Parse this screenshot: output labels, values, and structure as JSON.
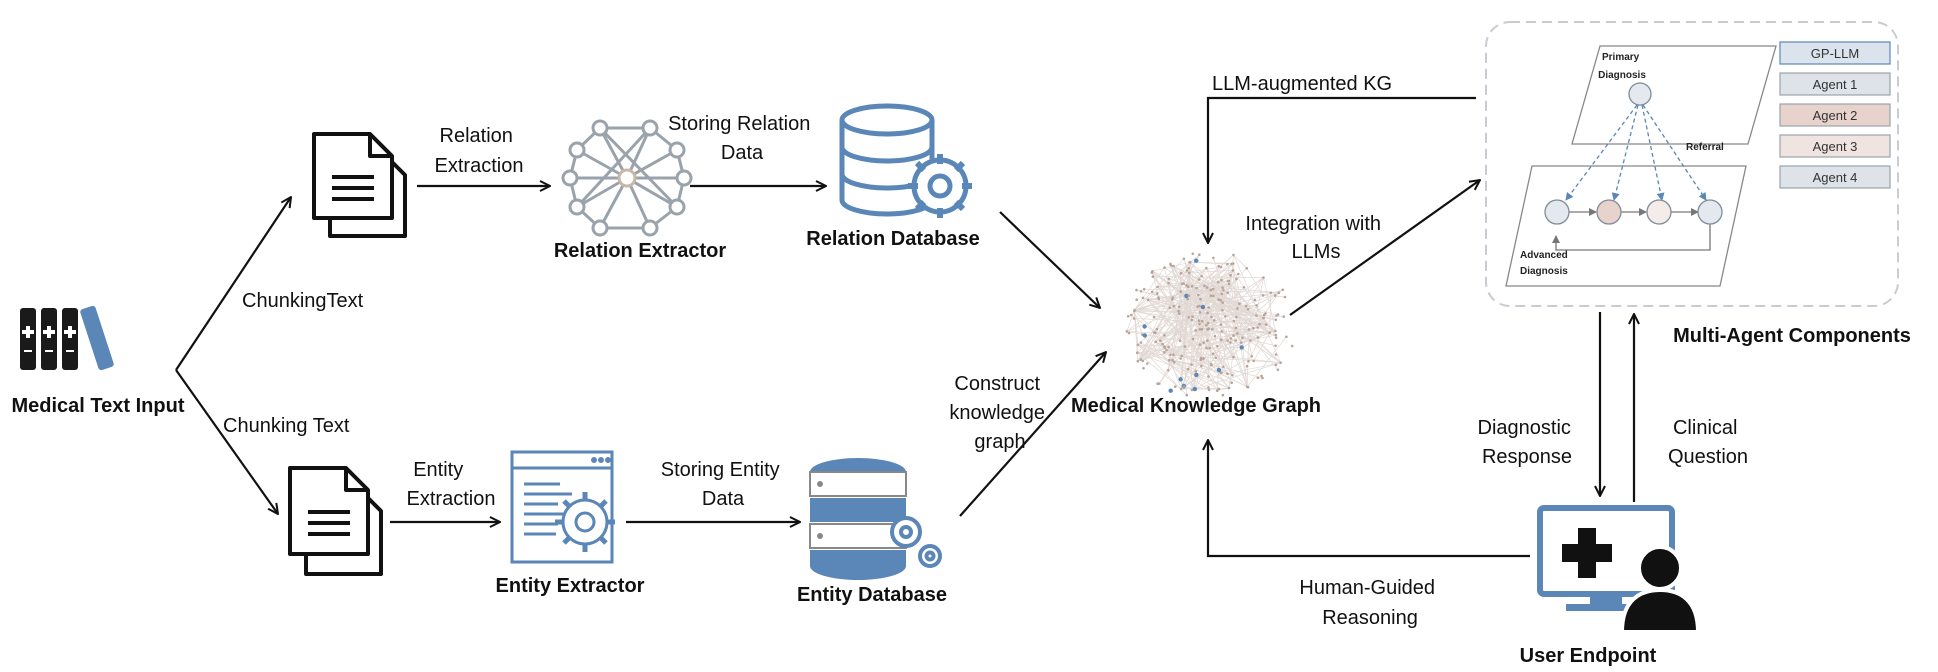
{
  "labels": {
    "medical_text_input": "Medical Text Input",
    "chunking_top": "ChunkingText",
    "chunking_bottom": "Chunking Text",
    "relation_extraction": [
      "Relation",
      "Extraction"
    ],
    "entity_extraction": [
      "Entity",
      "Extraction"
    ],
    "relation_extractor": "Relation Extractor",
    "entity_extractor": "Entity Extractor",
    "storing_relation": [
      "Storing Relation",
      "Data"
    ],
    "storing_entity": [
      "Storing Entity",
      "Data"
    ],
    "relation_database": "Relation Database",
    "entity_database": "Entity Database",
    "construct_kg": [
      "Construct",
      "knowledge",
      "graph"
    ],
    "medical_kg": "Medical Knowledge Graph",
    "llm_augmented_kg": "LLM-augmented KG",
    "integration_llms": [
      "Integration with",
      "LLMs"
    ],
    "multi_agent_components": "Multi-Agent Components",
    "diagnostic_response": [
      "Diagnostic",
      "Response"
    ],
    "clinical_question": [
      "Clinical",
      "Question"
    ],
    "human_guided": [
      "Human-Guided",
      "Reasoning"
    ],
    "user_endpoint": "User Endpoint"
  },
  "multi_agent": {
    "primary_diagnosis": [
      "Primary",
      "Diagnosis"
    ],
    "referral": "Referral",
    "advanced_diagnosis": [
      "Advanced",
      "Diagnosis"
    ],
    "agents": [
      "GP-LLM",
      "Agent 1",
      "Agent 2",
      "Agent 3",
      "Agent 4"
    ],
    "agent_colors": [
      "#dbe4ec",
      "#dde3e8",
      "#e8d3cc",
      "#efe4e0",
      "#dde3e8"
    ]
  },
  "colors": {
    "accent_blue": "#5a86b8",
    "graph_node": "#c9b8b0",
    "arrow": "#111111"
  }
}
